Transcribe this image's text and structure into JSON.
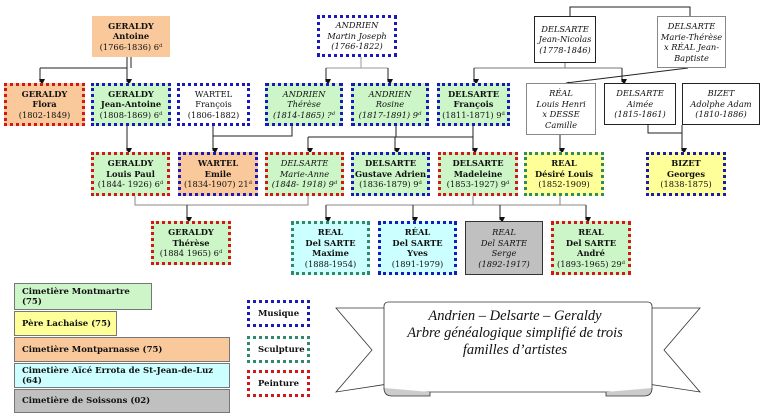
{
  "persons": {
    "antoine": {
      "lines": [
        "GERALDY",
        "Antoine",
        "(1766-1836) 6ᵈ"
      ],
      "style": "b",
      "cemetery": "montparnasse",
      "art": "none"
    },
    "martin": {
      "lines": [
        "ANDRIEN",
        "Martin Joseph",
        "(1766-1822)"
      ],
      "style": "i",
      "cemetery": "none",
      "art": "musique"
    },
    "jeannicolas": {
      "lines": [
        "DELSARTE",
        "Jean-Nicolas",
        "(1778-1846)"
      ],
      "style": "i",
      "cemetery": "none",
      "art": "solid"
    },
    "marietherese": {
      "lines": [
        "DELSARTE",
        "Marie-Thérèse",
        "x RÉAL Jean-",
        "Baptiste"
      ],
      "style": "i",
      "cemetery": "none",
      "art": "thin"
    },
    "flora": {
      "lines": [
        "GERALDY",
        "Flora",
        "(1802-1849)"
      ],
      "style": "b",
      "cemetery": "montparnasse",
      "art": "peinture"
    },
    "jeanantoine": {
      "lines": [
        "GERALDY",
        "Jean-Antoine",
        "(1808-1869) 6ᵈ"
      ],
      "style": "b",
      "cemetery": "montmartre",
      "art": "musique"
    },
    "francoisw": {
      "lines": [
        "WARTEL",
        "François",
        "(1806-1882)"
      ],
      "style": "",
      "cemetery": "none",
      "art": "musique"
    },
    "therese": {
      "lines": [
        "ANDRIEN",
        "Thérèse",
        "(1814-1865) ?ᵈ"
      ],
      "style": "i",
      "cemetery": "montmartre",
      "art": "musique"
    },
    "rosine": {
      "lines": [
        "ANDRIEN",
        "Rosine",
        "(1817-1891) 9ᵈ"
      ],
      "style": "i",
      "cemetery": "montmartre",
      "art": "musique"
    },
    "francoisd": {
      "lines": [
        "DELSARTE",
        "François",
        "(1811-1871) 9ᵈ"
      ],
      "style": "b",
      "cemetery": "montmartre",
      "art": "musique"
    },
    "louishenri": {
      "lines": [
        "RÉAL",
        "Louis Henri",
        "x DESSE",
        "Camille"
      ],
      "style": "i",
      "cemetery": "none",
      "art": "thin"
    },
    "aimee": {
      "lines": [
        "DELSARTE",
        "Aimée",
        "(1815-1861)"
      ],
      "style": "i",
      "cemetery": "none",
      "art": "solid"
    },
    "adolphe": {
      "lines": [
        "BIZET",
        "Adolphe Adam",
        "(1810-1886)"
      ],
      "style": "i",
      "cemetery": "none",
      "art": "solid"
    },
    "louispaul": {
      "lines": [
        "GERALDY",
        "Louis Paul",
        "(1844- 1926) 6ᵈ"
      ],
      "style": "b",
      "cemetery": "montmartre",
      "art": "peinture"
    },
    "emile": {
      "lines": [
        "WARTEL",
        "Emile",
        "(1834-1907) 21ᵈ"
      ],
      "style": "b",
      "cemetery": "montparnasse",
      "art": "musique"
    },
    "marieanne": {
      "lines": [
        "DELSARTE",
        "Marie-Anne",
        "(1848- 1918) 9ᵈ"
      ],
      "style": "i",
      "cemetery": "montmartre",
      "art": "peinture"
    },
    "gustave": {
      "lines": [
        "DELSARTE",
        "Gustave Adrien",
        "(1836-1879) 9ᵈ"
      ],
      "style": "b",
      "cemetery": "montmartre",
      "art": "musique"
    },
    "madeleine": {
      "lines": [
        "DELSARTE",
        "Madeleine",
        "(1853-1927) 9ᵈ"
      ],
      "style": "b",
      "cemetery": "montmartre",
      "art": "peinture"
    },
    "desire": {
      "lines": [
        "REAL",
        "Désiré Louis",
        "(1852-1909)"
      ],
      "style": "b",
      "cemetery": "lachaise",
      "art": "sculpture"
    },
    "georges": {
      "lines": [
        "BIZET",
        "Georges",
        "(1838-1875)"
      ],
      "style": "b",
      "cemetery": "lachaise",
      "art": "musique"
    },
    "theresег": {
      "lines": [],
      "style": "",
      "cemetery": "none",
      "art": "none"
    },
    "thereseg": {
      "lines": [
        "GERALDY",
        "Thérèse",
        "(1884 1965) 6ᵈ"
      ],
      "style": "b",
      "cemetery": "montmartre",
      "art": "peinture"
    },
    "maxime": {
      "lines": [
        "REAL",
        "Del SARTE",
        "Maxime",
        "(1888-1954)"
      ],
      "style": "b",
      "cemetery": "stjean",
      "art": "sculpture"
    },
    "yves": {
      "lines": [
        "RÉAL",
        "Del SARTE",
        "Yves",
        "(1891-1979)"
      ],
      "style": "b",
      "cemetery": "stjean",
      "art": "musique"
    },
    "serge": {
      "lines": [
        "REAL",
        "Del SARTE",
        "Serge",
        "(1892-1917)"
      ],
      "style": "i",
      "cemetery": "soissons",
      "art": "heavy"
    },
    "andre": {
      "lines": [
        "REAL",
        "Del SARTE",
        "André",
        "(1893-1965) 29ᵈ"
      ],
      "style": "b",
      "cemetery": "montmartre",
      "art": "peinture"
    }
  },
  "legend": {
    "cemeteries": [
      {
        "label": "Cimetière Montmartre (75)",
        "color": "#ccf5c8"
      },
      {
        "label": "Père Lachaise (75)",
        "color": "#ffff99"
      },
      {
        "label": "Cimetière Montparnasse (75)",
        "color": "#f9c89b"
      },
      {
        "label": "Cimetière Aïcé Errota de St-Jean-de-Luz (64)",
        "color": "#ccffff"
      },
      {
        "label": "Cimetière de Soissons (02)",
        "color": "#c0c0c0"
      }
    ],
    "arts": [
      {
        "label": "Musique",
        "color": "#1a1ab8"
      },
      {
        "label": "Sculpture",
        "color": "#2f8a6a"
      },
      {
        "label": "Peinture",
        "color": "#d01818"
      }
    ]
  },
  "title": {
    "line1": "Andrien – Delsarte – Geraldy",
    "line2": "Arbre généalogique simplifié de trois",
    "line3": "familles d’artistes"
  }
}
